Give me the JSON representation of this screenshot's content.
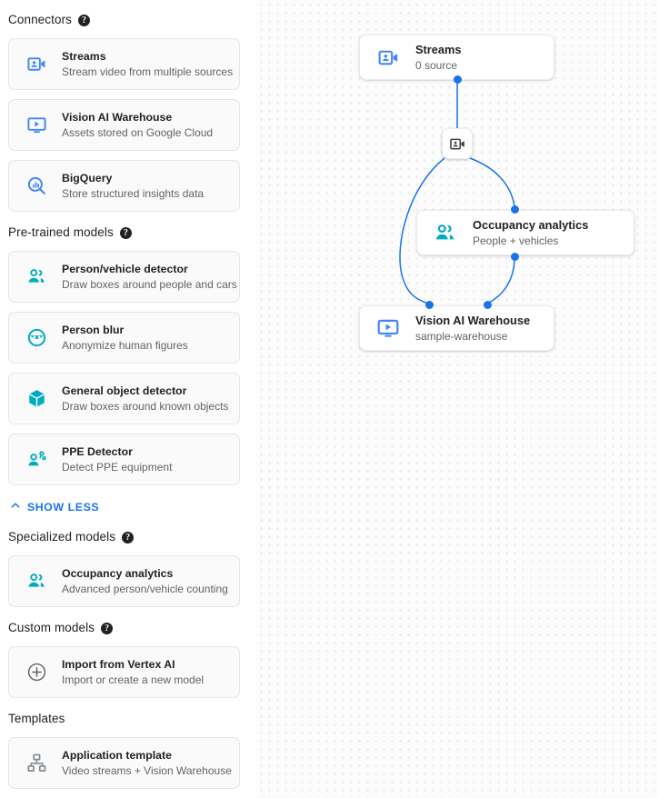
{
  "sidebar": {
    "sections": [
      {
        "title": "Connectors",
        "has_help": true,
        "help_icon": "help-icon",
        "items": [
          {
            "title": "Streams",
            "subtitle": "Stream video from multiple sources",
            "icon": "video-camera-person-icon",
            "icon_color": "#4285f4"
          },
          {
            "title": "Vision AI Warehouse",
            "subtitle": "Assets stored on Google Cloud",
            "icon": "monitor-play-icon",
            "icon_color": "#4285f4"
          },
          {
            "title": "BigQuery",
            "subtitle": "Store structured insights data",
            "icon": "bigquery-magnifier-icon",
            "icon_color": "#4285f4"
          }
        ]
      },
      {
        "title": "Pre-trained models",
        "has_help": true,
        "help_icon": "help-icon",
        "items": [
          {
            "title": "Person/vehicle detector",
            "subtitle": "Draw boxes around people and cars",
            "icon": "people-group-icon",
            "icon_color": "#00acc1"
          },
          {
            "title": "Person blur",
            "subtitle": "Anonymize human figures",
            "icon": "face-blur-icon",
            "icon_color": "#00acc1"
          },
          {
            "title": "General object detector",
            "subtitle": "Draw boxes around known objects",
            "icon": "cube-box-icon",
            "icon_color": "#00acc1"
          },
          {
            "title": "PPE Detector",
            "subtitle": "Detect PPE equipment",
            "icon": "ppe-person-icon",
            "icon_color": "#00acc1"
          }
        ]
      }
    ],
    "show_less": {
      "label": "SHOW LESS",
      "icon": "chevron-up-icon",
      "color": "#1a73e8"
    },
    "sections_after": [
      {
        "title": "Specialized models",
        "has_help": true,
        "help_icon": "help-icon",
        "items": [
          {
            "title": "Occupancy analytics",
            "subtitle": "Advanced person/vehicle counting",
            "icon": "people-group-icon",
            "icon_color": "#00acc1"
          }
        ]
      },
      {
        "title": "Custom models",
        "has_help": true,
        "help_icon": "help-icon",
        "items": [
          {
            "title": "Import from Vertex AI",
            "subtitle": "Import or create a new model",
            "icon": "plus-circle-icon",
            "icon_color": "#5f6368"
          }
        ]
      },
      {
        "title": "Templates",
        "has_help": false,
        "help_icon": "",
        "items": [
          {
            "title": "Application template",
            "subtitle": "Video streams + Vision Warehouse",
            "icon": "hierarchy-icon",
            "icon_color": "#80868b"
          }
        ]
      }
    ]
  },
  "graph": {
    "nodes": [
      {
        "title": "Streams",
        "subtitle": "0 source",
        "icon": "video-camera-person-icon",
        "icon_color": "#4285f4"
      },
      {
        "title": "Occupancy analytics",
        "subtitle": "People + vehicles",
        "icon": "people-group-icon",
        "icon_color": "#00acc1"
      },
      {
        "title": "Vision AI Warehouse",
        "subtitle": "sample-warehouse",
        "icon": "monitor-play-icon",
        "icon_color": "#4285f4"
      }
    ],
    "badge": {
      "icon": "video-camera-person-icon",
      "icon_color": "#3c4043"
    },
    "edge_color": "#1a73e8",
    "port_color": "#1a73e8"
  }
}
